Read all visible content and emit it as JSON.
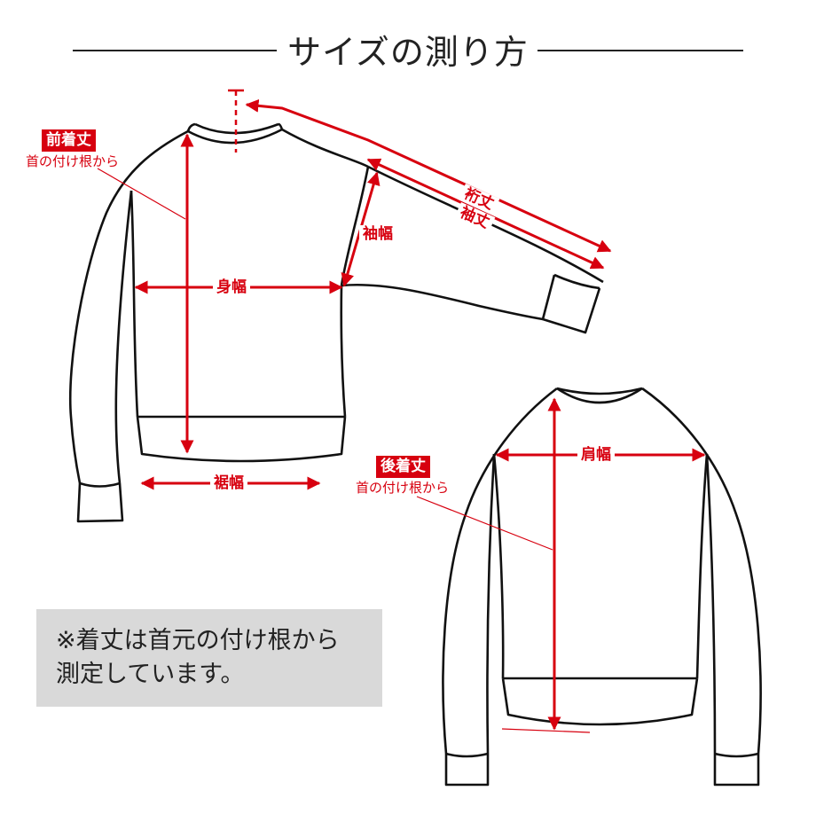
{
  "title": "サイズの測り方",
  "labels": {
    "front_length_tag": "前着丈",
    "front_length_sub": "首の付け根から",
    "back_length_tag": "後着丈",
    "back_length_sub": "首の付け根から",
    "body_width": "身幅",
    "hem_width": "裾幅",
    "sleeve_width": "袖幅",
    "yuki": "裄丈",
    "sleeve_length": "袖丈",
    "shoulder_width": "肩幅"
  },
  "note": {
    "line1": "※着丈は首元の付け根から",
    "line2": "測定しています。"
  },
  "colors": {
    "accent": "#d7000f",
    "outline": "#111111",
    "note_bg": "#d9d9d9"
  }
}
